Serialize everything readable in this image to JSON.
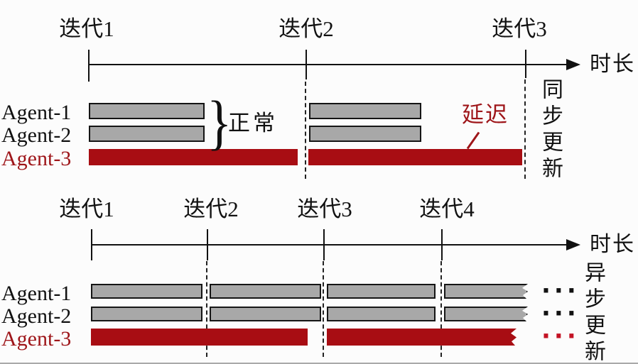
{
  "colors": {
    "bar_gray": "#a8a8a8",
    "bar_red": "#a80d13",
    "text_red": "#9e1519",
    "dots_red": "#c41325",
    "black": "#111111"
  },
  "sync_panel": {
    "iterations": [
      "迭代1",
      "迭代2",
      "迭代3"
    ],
    "axis_label": "时长",
    "agents": [
      "Agent-1",
      "Agent-2",
      "Agent-3"
    ],
    "brace_glyph": "}",
    "normal_label": "正常",
    "delay_label": "延迟",
    "mode_label": "同步更新"
  },
  "async_panel": {
    "iterations": [
      "迭代1",
      "迭代2",
      "迭代3",
      "迭代4"
    ],
    "axis_label": "时长",
    "agents": [
      "Agent-1",
      "Agent-2",
      "Agent-3"
    ],
    "mode_label": "异步更新",
    "ellipsis": "···"
  }
}
